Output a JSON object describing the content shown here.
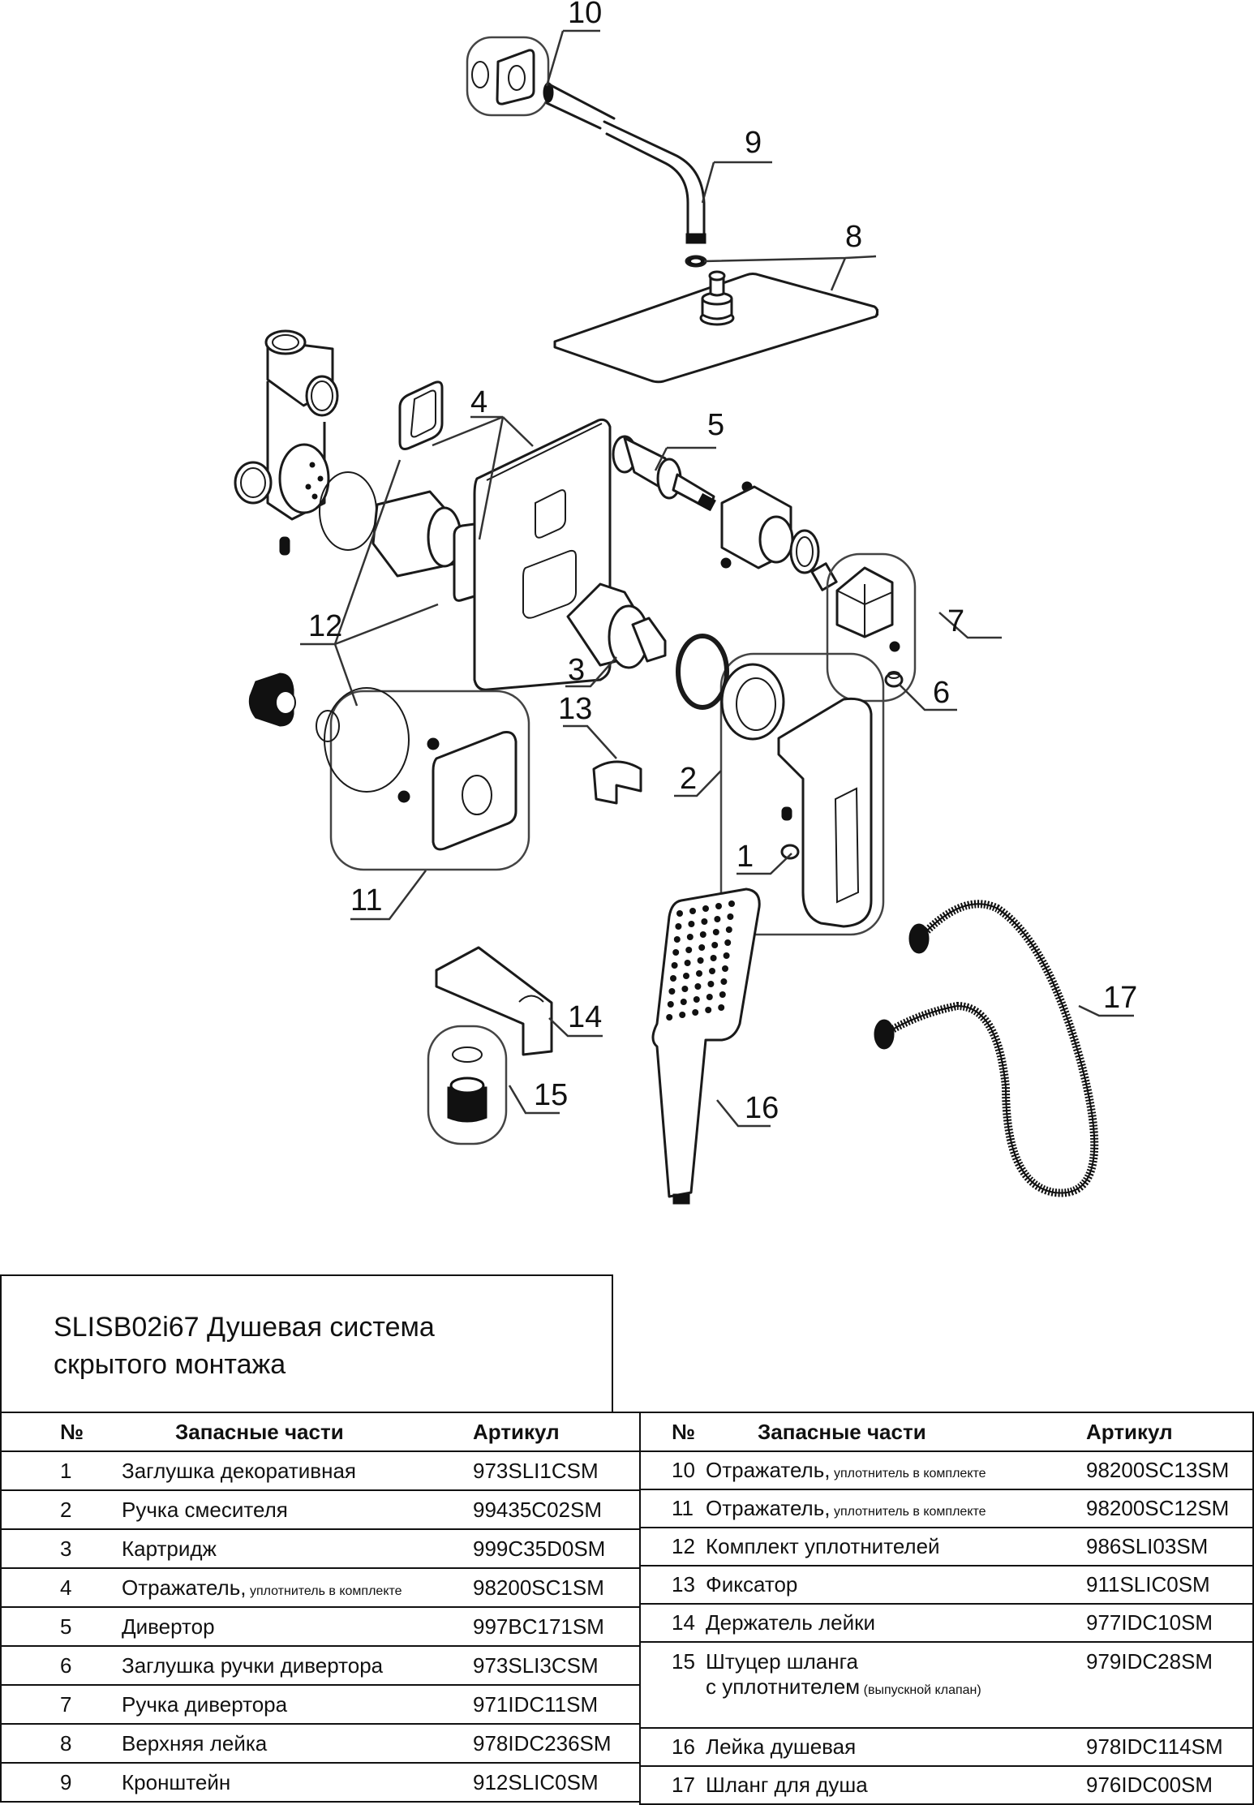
{
  "diagram": {
    "callouts": [
      "1",
      "2",
      "3",
      "4",
      "5",
      "6",
      "7",
      "8",
      "9",
      "10",
      "11",
      "12",
      "13",
      "14",
      "15",
      "16",
      "17"
    ]
  },
  "title": {
    "line1": "SLISB02i67 Душевая система",
    "line2": "скрытого монтажа"
  },
  "table": {
    "headers": {
      "num": "№",
      "name": "Запасные части",
      "article": "Артикул"
    },
    "left_rows": [
      {
        "num": "1",
        "name": "Заглушка декоративная",
        "note": "",
        "article": "973SLI1CSM"
      },
      {
        "num": "2",
        "name": "Ручка смесителя",
        "note": "",
        "article": "99435C02SM"
      },
      {
        "num": "3",
        "name": "Картридж",
        "note": "",
        "article": "999C35D0SM"
      },
      {
        "num": "4",
        "name": "Отражатель,",
        "note": "уплотнитель в комплекте",
        "article": "98200SC1SM"
      },
      {
        "num": "5",
        "name": "Дивертор",
        "note": "",
        "article": "997BC171SM"
      },
      {
        "num": "6",
        "name": "Заглушка ручки дивертора",
        "note": "",
        "article": "973SLI3CSM"
      },
      {
        "num": "7",
        "name": "Ручка дивертора",
        "note": "",
        "article": "971IDC11SM"
      },
      {
        "num": "8",
        "name": "Верхняя лейка",
        "note": "",
        "article": "978IDC236SM"
      },
      {
        "num": "9",
        "name": "Кронштейн",
        "note": "",
        "article": "912SLIC0SM"
      }
    ],
    "right_rows": [
      {
        "num": "10",
        "name": "Отражатель,",
        "note": "уплотнитель в комплекте",
        "article": "98200SC13SM"
      },
      {
        "num": "11",
        "name": "Отражатель,",
        "note": "уплотнитель в комплекте",
        "article": "98200SC12SM"
      },
      {
        "num": "12",
        "name": "Комплект уплотнителей",
        "note": "",
        "article": "986SLI03SM"
      },
      {
        "num": "13",
        "name": "Фиксатор",
        "note": "",
        "article": "911SLIC0SM"
      },
      {
        "num": "14",
        "name": "Держатель лейки",
        "note": "",
        "article": "977IDC10SM"
      },
      {
        "num": "15",
        "name": "Штуцер шланга",
        "name2": "с уплотнителем",
        "note": "(выпускной клапан)",
        "article": "979IDC28SM"
      },
      {
        "num": "16",
        "name": "Лейка душевая",
        "note": "",
        "article": "978IDC114SM"
      },
      {
        "num": "17",
        "name": "Шланг для душа",
        "note": "",
        "article": "976IDC00SM"
      }
    ]
  }
}
